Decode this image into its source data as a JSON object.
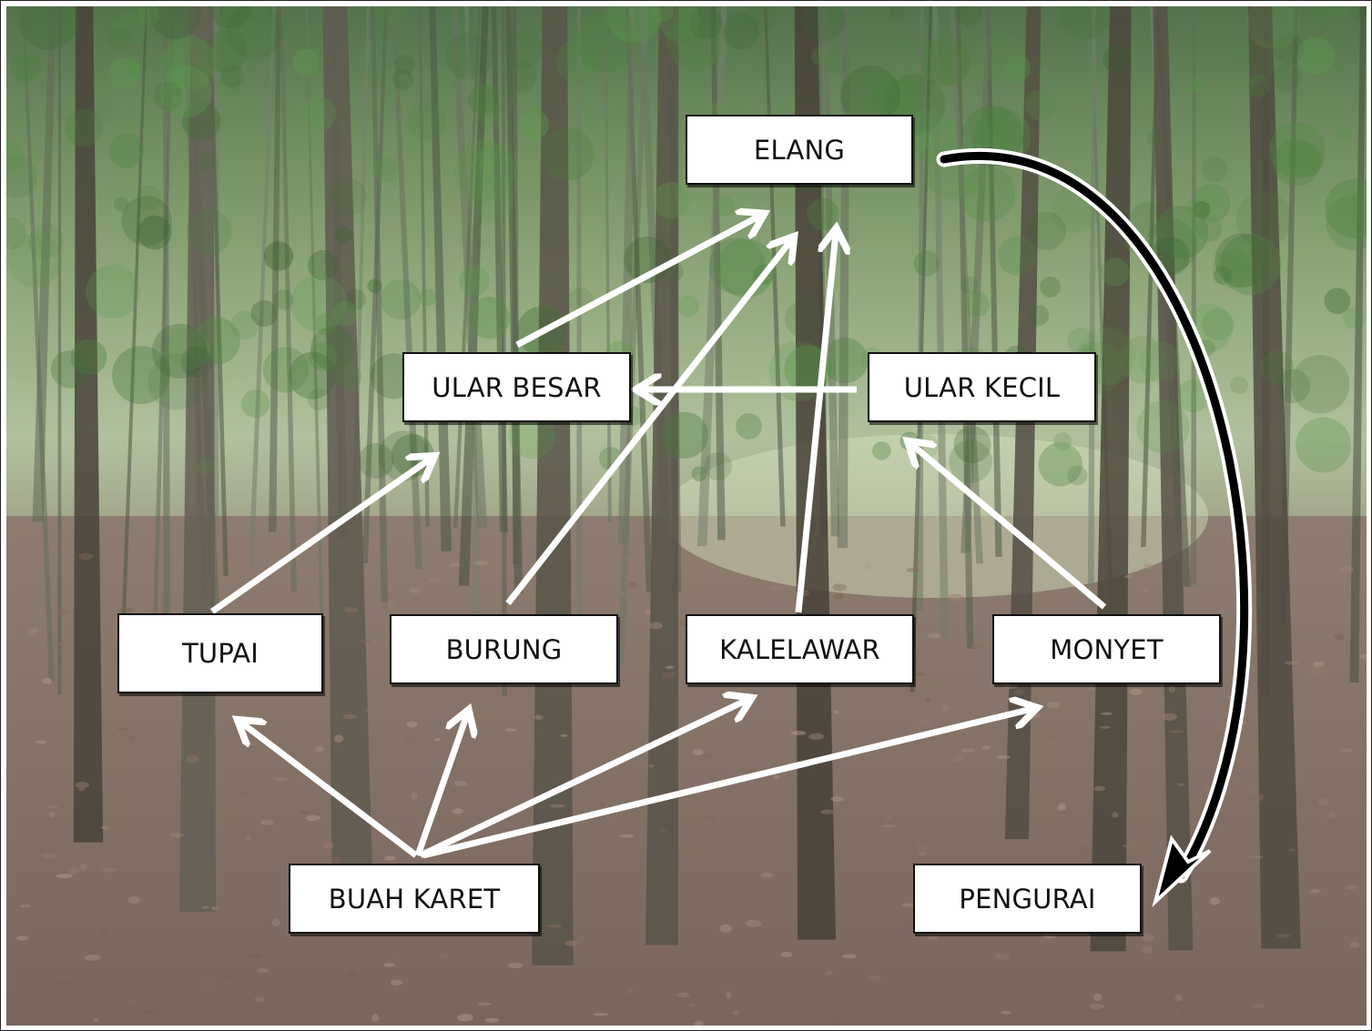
{
  "diagram": {
    "nodes": {
      "elang": "ELANG",
      "ular_besar": "ULAR BESAR",
      "ular_kecil": "ULAR KECIL",
      "tupai": "TUPAI",
      "burung": "BURUNG",
      "kalelawar": "KALELAWAR",
      "monyet": "MONYET",
      "buah_karet": "BUAH KARET",
      "pengurai": "PENGURAI"
    },
    "edges": [
      {
        "from": "buah_karet",
        "to": "tupai"
      },
      {
        "from": "buah_karet",
        "to": "burung"
      },
      {
        "from": "buah_karet",
        "to": "kalelawar"
      },
      {
        "from": "buah_karet",
        "to": "monyet"
      },
      {
        "from": "tupai",
        "to": "ular_besar"
      },
      {
        "from": "burung",
        "to": "elang"
      },
      {
        "from": "kalelawar",
        "to": "elang"
      },
      {
        "from": "monyet",
        "to": "ular_kecil"
      },
      {
        "from": "ular_kecil",
        "to": "ular_besar"
      },
      {
        "from": "ular_besar",
        "to": "elang"
      },
      {
        "from": "elang",
        "to": "pengurai"
      }
    ],
    "colors": {
      "arrow": "#ffffff",
      "decomposer_arrow": "#000000",
      "box_fill": "#ffffff",
      "box_border": "#111111"
    },
    "background": "photo of a rubber tree plantation"
  }
}
